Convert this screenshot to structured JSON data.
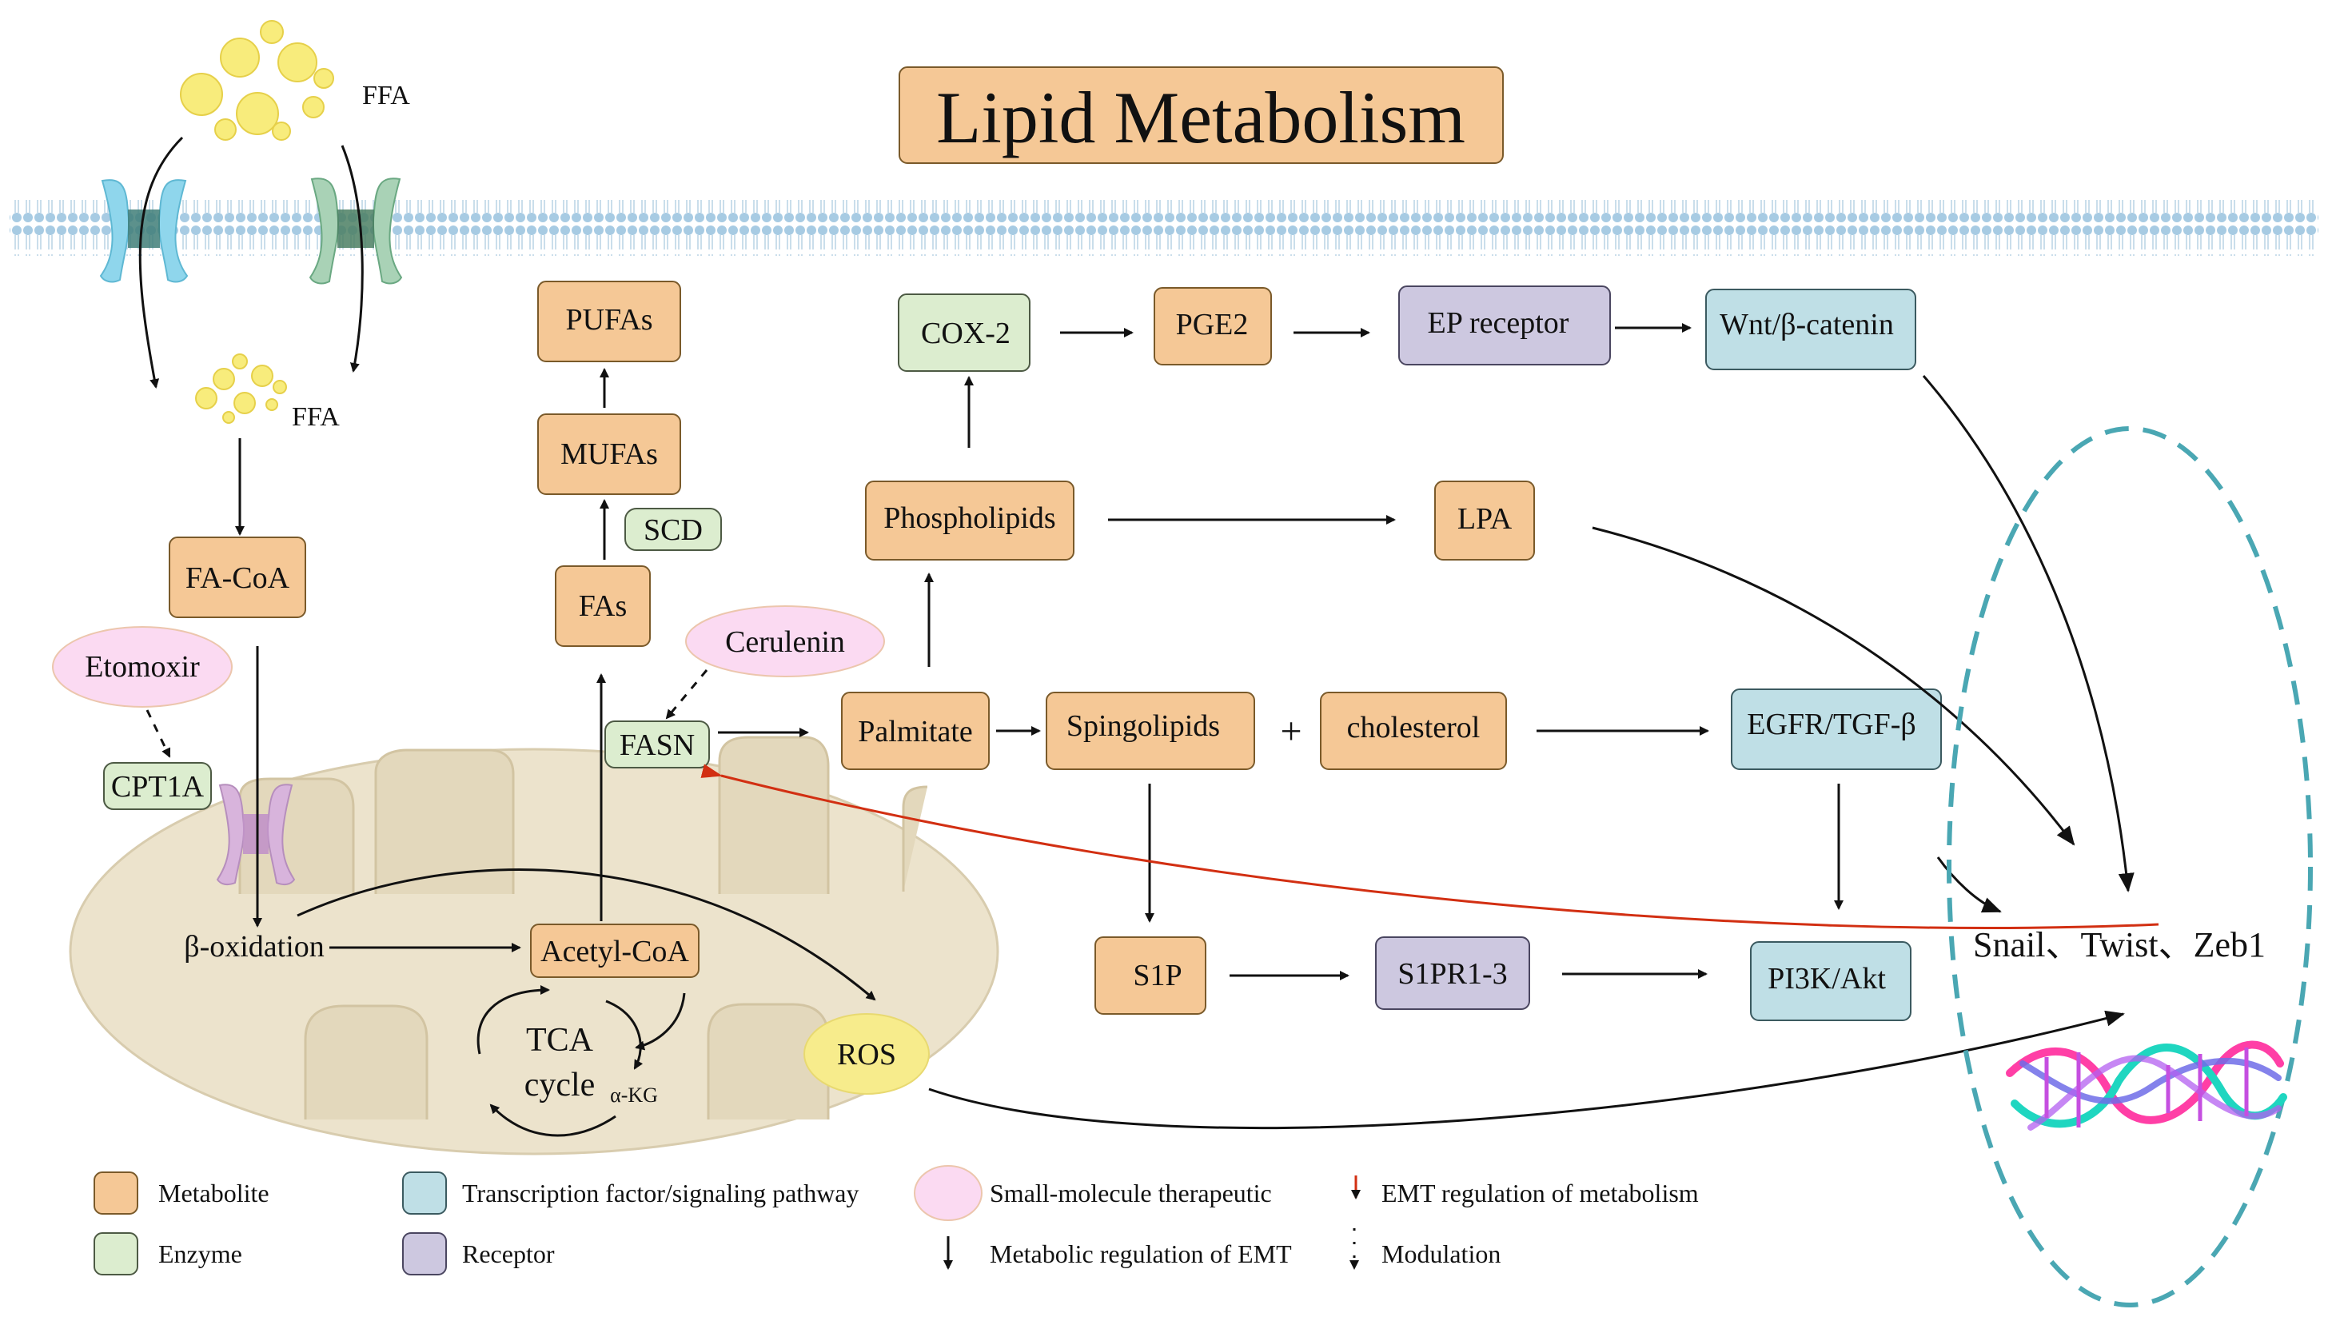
{
  "title": "Lipid Metabolism",
  "colors": {
    "metabolite": "#f5c896",
    "enzyme": "#dcedcf",
    "signaling": "#bfdfe6",
    "therapeutic": "#fbdaf2",
    "receptor": "#cdc8e0",
    "ros": "#f7ec8c",
    "mito_fill": "#ece3cc",
    "membrane": "#a7cbe3",
    "emt_arrow": "#d22f12",
    "dashed_ellipse": "#4aa7b3"
  },
  "labels": {
    "ffa_outside": "FFA",
    "ffa_inside": "FFA",
    "fa_coa": "FA-CoA",
    "etomoxir": "Etomoxir",
    "cpt1a": "CPT1A",
    "beta_oxidation": "β-oxidation",
    "acetyl_coa": "Acetyl-CoA",
    "tca_line1": "TCA",
    "tca_line2": "cycle",
    "akg": "α-KG",
    "ros": "ROS",
    "pufas": "PUFAs",
    "mufas": "MUFAs",
    "scd": "SCD",
    "fas": "FAs",
    "cerulenin": "Cerulenin",
    "fasn": "FASN",
    "palmitate": "Palmitate",
    "spingolipids": "Spingolipids",
    "plus": "+",
    "cholesterol": "cholesterol",
    "egfr": "EGFR/TGF-β",
    "s1p": "S1P",
    "s1pr": "S1PR1-3",
    "pi3k": "PI3K/Akt",
    "phospholipids": "Phospholipids",
    "lpa": "LPA",
    "cox2": "COX-2",
    "pge2": "PGE2",
    "ep_receptor": "EP receptor",
    "wnt": "Wnt/β-catenin",
    "snail": "Snail、Twist、Zeb1"
  },
  "legend": [
    {
      "label": "Metabolite",
      "kind": "metabolite"
    },
    {
      "label": "Transcription factor/signaling pathway",
      "kind": "signaling"
    },
    {
      "label": "Small-molecule therapeutic",
      "kind": "therapeutic"
    },
    {
      "label": "EMT regulation of metabolism",
      "kind": "red-arrow"
    },
    {
      "label": "Enzyme",
      "kind": "enzyme"
    },
    {
      "label": "Receptor",
      "kind": "receptor"
    },
    {
      "label": "Metabolic regulation of EMT",
      "kind": "black-arrow"
    },
    {
      "label": "Modulation",
      "kind": "dashed-arrow"
    }
  ]
}
